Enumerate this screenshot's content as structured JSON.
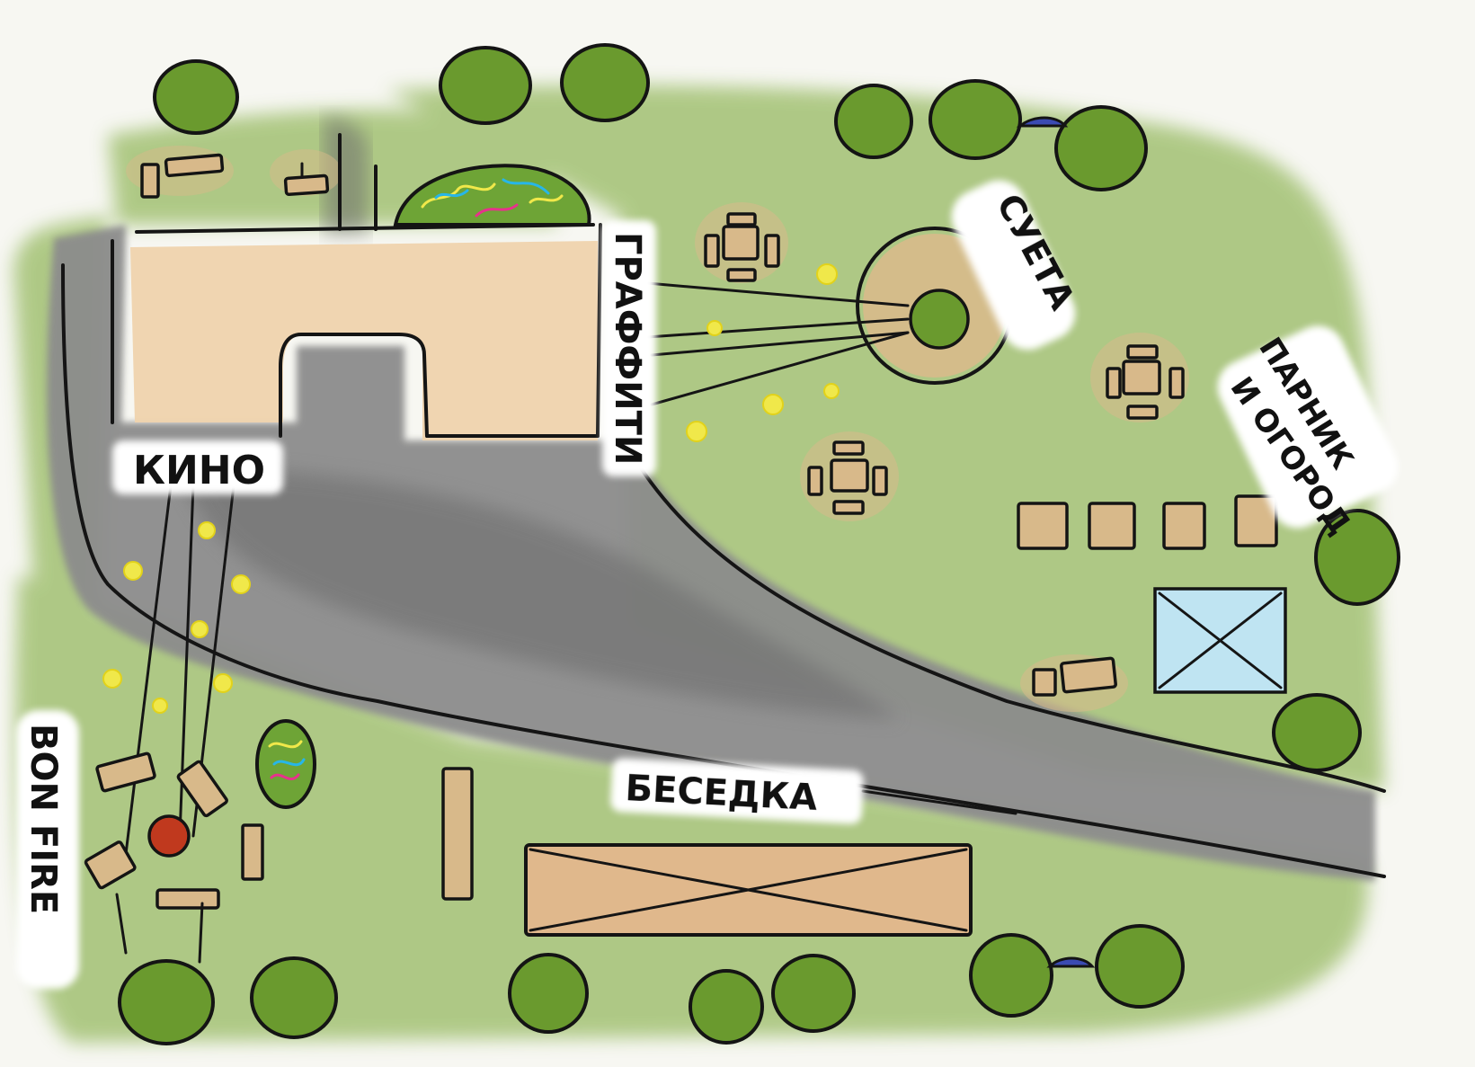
{
  "labels": {
    "cinema": "КИНО",
    "graffiti": "ГРАФФИТИ",
    "gazebo": "БЕСЕДКА",
    "bustle": "СУЕТА",
    "greenhouse_1": "ПАРНИК",
    "greenhouse_2": "И ОГОРОД",
    "bonfire": "BON FIRE"
  },
  "colors": {
    "grass": "#a7c47a",
    "road": "#8a8a8a",
    "sand": "#eecfa8",
    "wood": "#d8b98a",
    "tree": "#6a9a2e",
    "pond": "#bfe4f2",
    "fire": "#c0391e",
    "lights": "#f0e84a"
  }
}
